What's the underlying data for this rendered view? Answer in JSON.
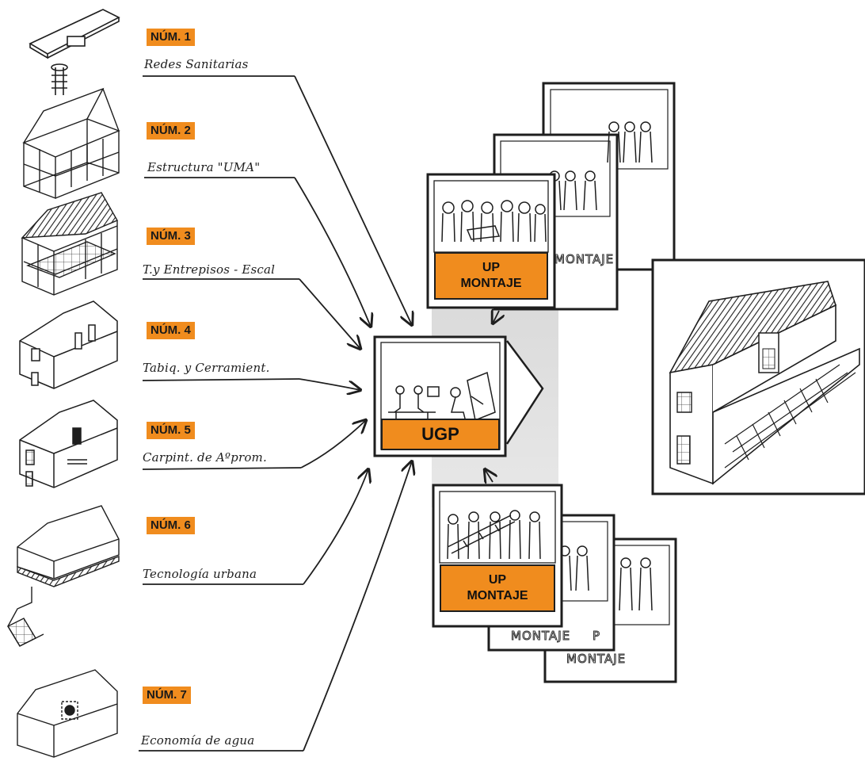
{
  "inputs": [
    {
      "num": "NÚM. 1",
      "label": "Redes Sanitarias"
    },
    {
      "num": "NÚM. 2",
      "label": "Estructura \"UMA\""
    },
    {
      "num": "NÚM. 3",
      "label": "T.y Entrepisos - Escal"
    },
    {
      "num": "NÚM. 4",
      "label": "Tabiq. y Cerramient."
    },
    {
      "num": "NÚM. 5",
      "label": "Carpint. de Aºprom."
    },
    {
      "num": "NÚM. 6",
      "label": "Tecnología urbana"
    },
    {
      "num": "NÚM. 7",
      "label": "Economía de agua"
    }
  ],
  "center": {
    "label": "UGP"
  },
  "up_top": {
    "line1": "UP",
    "line2": "MONTAJE",
    "back_label": "MONTAJE"
  },
  "up_bottom": {
    "line1": "UP",
    "line2": "MONTAJE",
    "back_label_1": "MONTAJE",
    "back_label_2": "MONTAJE",
    "back_up": "P"
  },
  "colors": {
    "badge": "#f08c1e",
    "ink": "#1e1e1e"
  }
}
